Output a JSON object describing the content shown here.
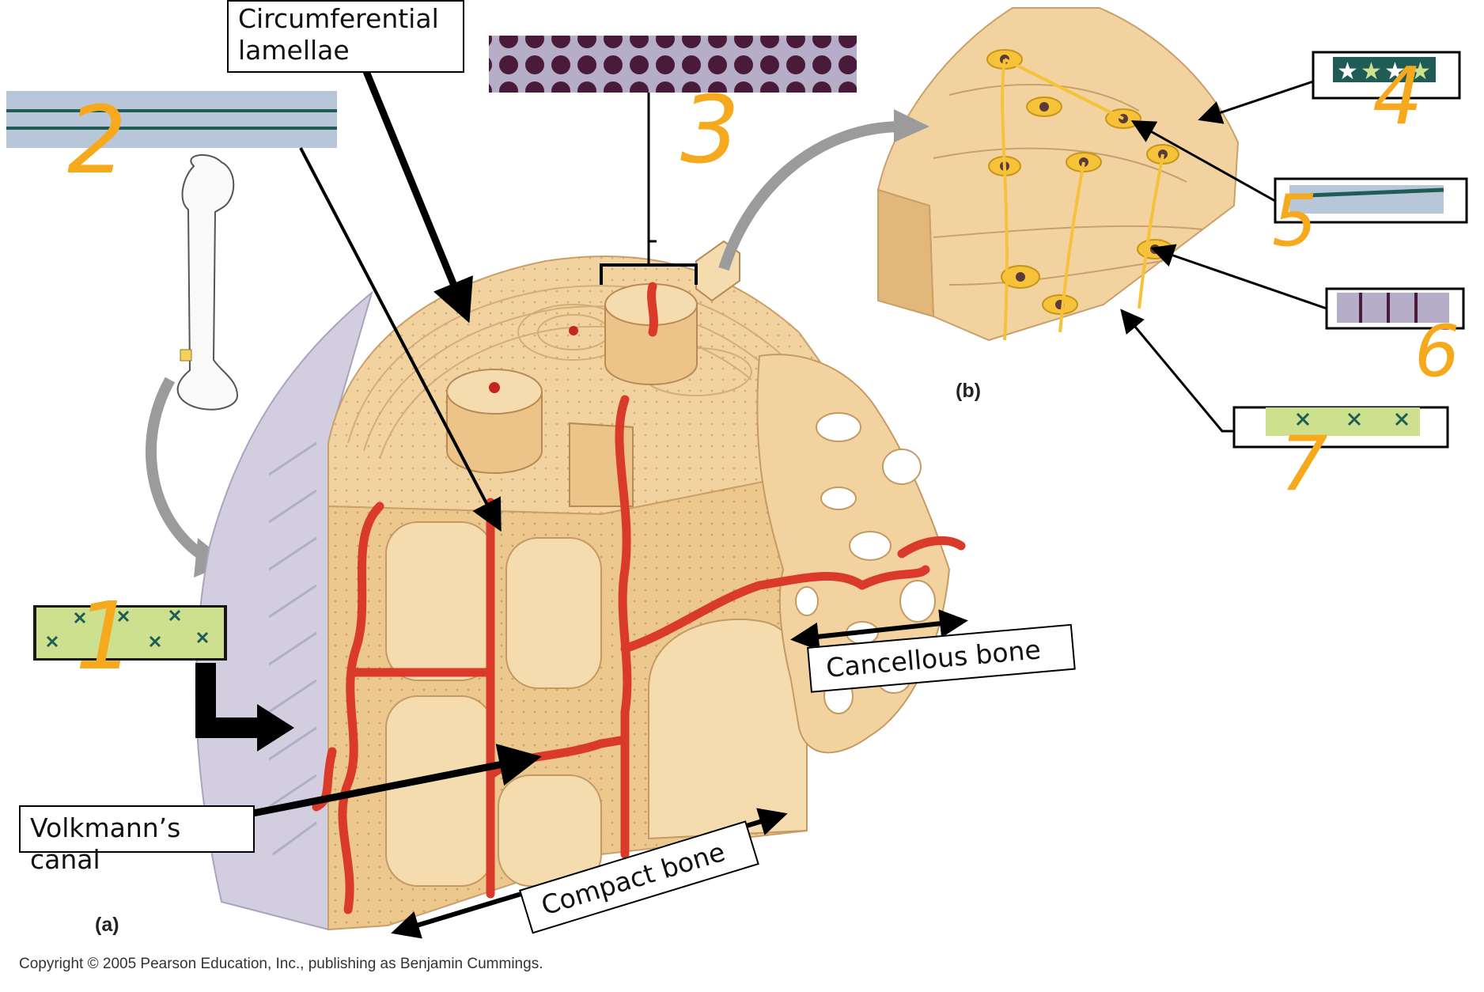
{
  "labels": {
    "circumferential_line1": "Circumferential",
    "circumferential_line2": "lamellae",
    "volkmanns_canal": "Volkmann’s canal",
    "cancellous_bone": "Cancellous bone",
    "compact_bone": "Compact bone"
  },
  "panel_tags": {
    "a": "(a)",
    "b": "(b)"
  },
  "copyright": "Copyright © 2005 Pearson Education, Inc., publishing as Benjamin Cummings.",
  "handwritten_numbers": [
    "1",
    "2",
    "3",
    "4",
    "5",
    "6",
    "7"
  ],
  "colors": {
    "bone": "#f2d3a0",
    "bone_dark": "#d9ad72",
    "vessel": "#d93a2a",
    "osteocyte": "#f5c23a",
    "periosteum": "#c9c4d6",
    "handwriting": "#f7a91d",
    "swatch_green": "#cde08e",
    "swatch_teal": "#1f5c55",
    "swatch_purple": "#4a1a3a",
    "swatch_lavender": "#b6adc8",
    "swatch_blue": "#b7c7d9"
  }
}
